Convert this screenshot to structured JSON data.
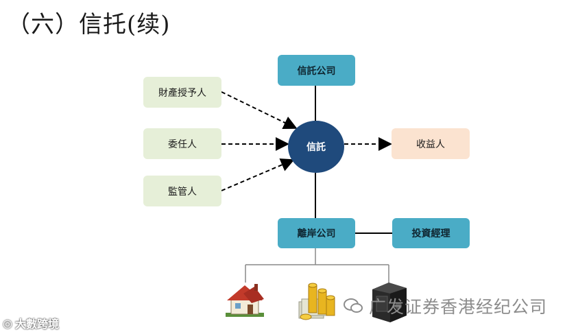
{
  "title": "（六）信托(续)",
  "nodes": {
    "trust_company": "信託公司",
    "settlor": "財產授予人",
    "entrustor": "委任人",
    "supervisor": "監管人",
    "trust": "信託",
    "beneficiary": "收益人",
    "offshore_company": "離岸公司",
    "investment_manager": "投資經理"
  },
  "assets": [
    {
      "icon": "house-icon"
    },
    {
      "icon": "gold-coins-icon"
    },
    {
      "icon": "safe-box-icon"
    }
  ],
  "watermark_left": "大數跨境",
  "watermark_right": "广发证券香港经纪公司",
  "colors": {
    "circle": "#1f4a7c",
    "teal_box": "#4aacc6",
    "green_box": "#e6efd8",
    "peach_box": "#fbe3d0"
  }
}
